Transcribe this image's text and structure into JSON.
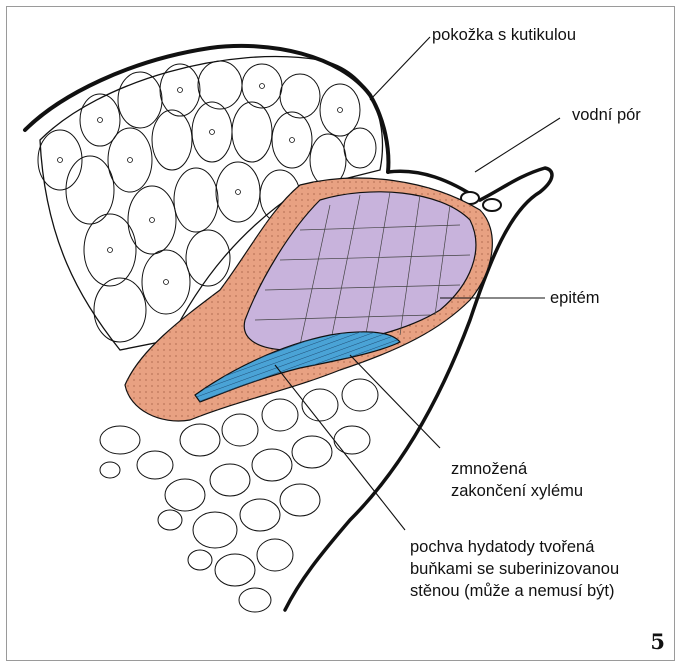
{
  "figure": {
    "number": "5",
    "labels": {
      "epidermis": "pokožka s kutikulou",
      "water_pore": "vodní pór",
      "epithem": "epitém",
      "xylem_endings": "zmnožená\nzakončení xylému",
      "sheath": "pochva hydatody tvořená\nbuňkami se suberinizovanou\nstěnou (může a nemusí být)"
    }
  },
  "colors": {
    "epithem": "#c8b3dc",
    "sheath": "#e8a182",
    "xylem": "#4aa3d6",
    "outline": "#111111",
    "frame": "#9a9a9a"
  }
}
